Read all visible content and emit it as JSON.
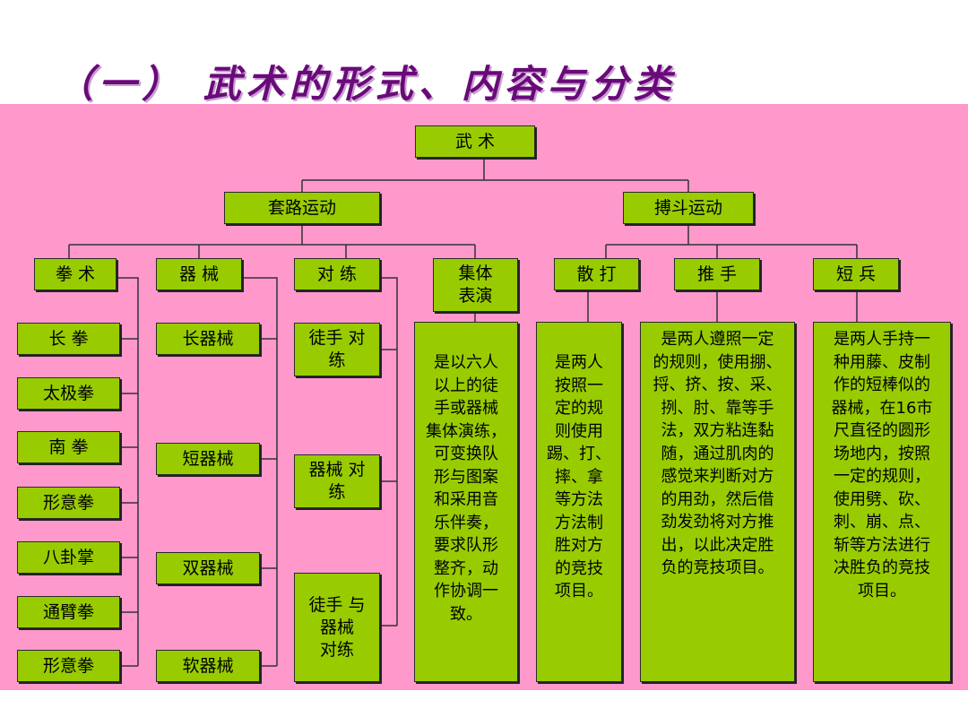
{
  "title": "（一） 武术的形式、内容与分类",
  "colors": {
    "panel": "#ff99cc",
    "box": "#99cc00",
    "title": "#6a0a7a"
  },
  "root": "武 术",
  "branches": {
    "taolu": "套路运动",
    "bodou": "搏斗运动"
  },
  "groups": {
    "quanshu": "拳 术",
    "qixie": "器 械",
    "duilian": "对 练",
    "jiti": "集体\n表演",
    "sanda": "散 打",
    "tuishou": "推 手",
    "duanbing": "短 兵"
  },
  "quanshu_items": [
    "长 拳",
    "太极拳",
    "南 拳",
    "形意拳",
    "八卦掌",
    "通臂拳",
    "形意拳"
  ],
  "qixie_items": [
    "长器械",
    "短器械",
    "双器械",
    "软器械"
  ],
  "duilian_items": [
    "徒手 对\n练",
    "器械 对\n练",
    "徒手 与\n器械\n对练"
  ],
  "descriptions": {
    "jiti": "是以六人\n以上的徒\n手或器械\n集体演练，\n可变换队\n形与图案\n和采用音\n乐伴奏，\n要求队形\n整齐，动\n作协调一\n致。",
    "sanda": "是两人\n按照一\n定的规\n则使用\n踢、打、\n摔、拿\n等方法\n方法制\n胜对方\n的竞技\n项目。",
    "tuishou": "是两人遵照一定\n的规则，使用掤、\n捋、挤、按、采、\n挒、肘、靠等手\n法，双方粘连黏\n随，通过肌肉的\n感觉来判断对方\n的用劲，然后借\n劲发劲将对方推\n出，以此决定胜\n负的竞技项目。",
    "duanbing": "是两人手持一\n种用藤、皮制\n作的短棒似的\n器械，在16市\n尺直径的圆形\n场地内，按照\n一定的规则，\n使用劈、砍、\n刺、崩、点、\n斩等方法进行\n决胜负的竞技\n项目。"
  }
}
